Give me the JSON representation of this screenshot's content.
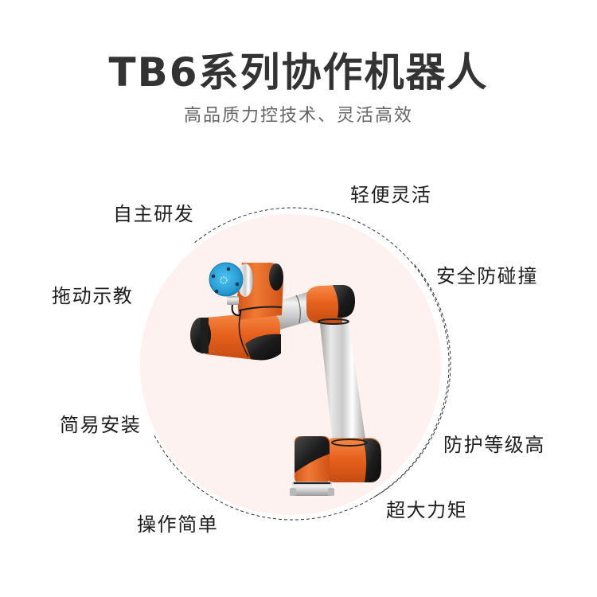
{
  "header": {
    "title": "TB6系列协作机器人",
    "subtitle": "高品质力控技术、灵活高效"
  },
  "features": [
    {
      "id": "independent-rd",
      "label": "自主研发"
    },
    {
      "id": "lightweight-flexible",
      "label": "轻便灵活"
    },
    {
      "id": "drag-teaching",
      "label": "拖动示教"
    },
    {
      "id": "collision-safety",
      "label": "安全防碰撞"
    },
    {
      "id": "easy-installation",
      "label": "简易安装"
    },
    {
      "id": "high-protection-rating",
      "label": "防护等级高"
    },
    {
      "id": "simple-operation",
      "label": "操作简单"
    },
    {
      "id": "high-torque",
      "label": "超大力矩"
    }
  ],
  "product_image": {
    "icon": "collaborative-robot-arm-icon"
  },
  "colors": {
    "title_text": "#333333",
    "subtitle_text": "#666666",
    "feature_text": "#1e1e1e",
    "circle_fill": "#fdf2ef",
    "circle_dash": "#333333",
    "robot_orange": "#e8621e",
    "robot_black": "#1c1c1c",
    "tool_flange_blue": "#2a9fd6",
    "chrome": "#d8d8d8"
  }
}
